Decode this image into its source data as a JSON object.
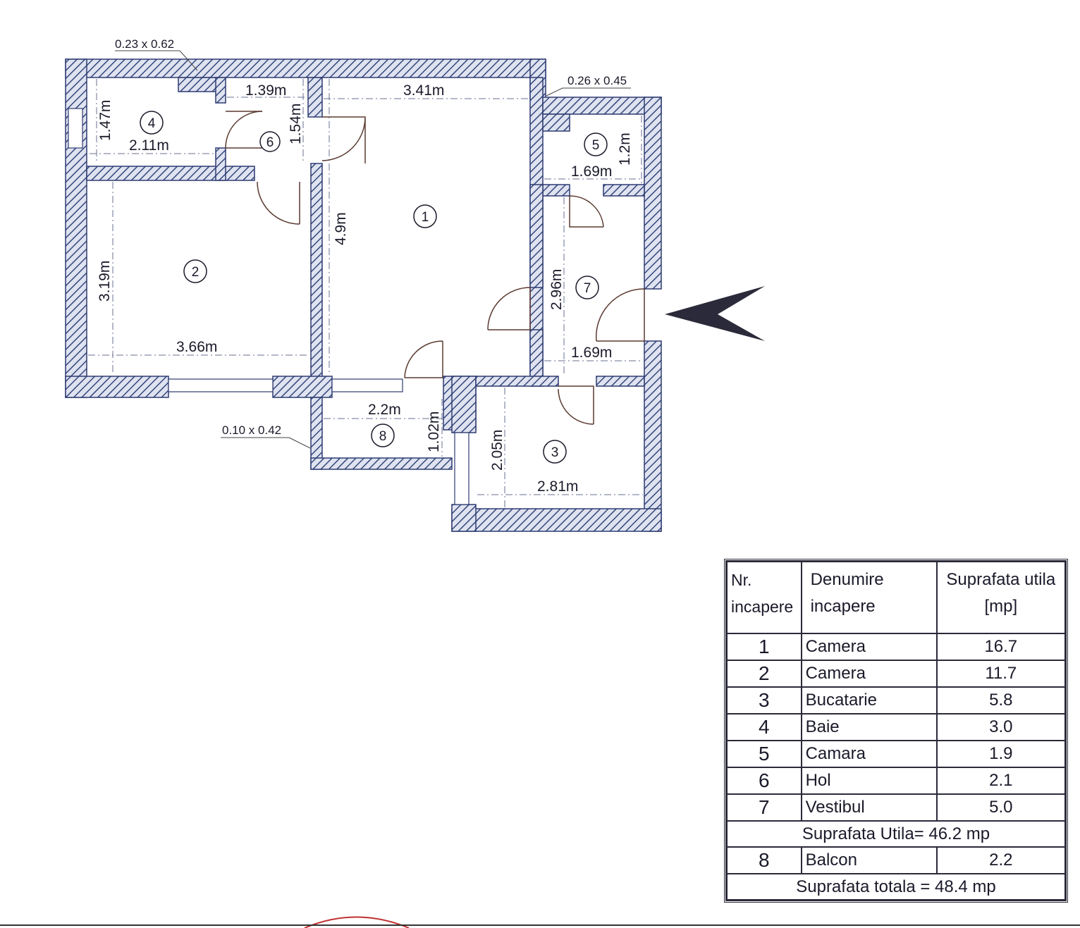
{
  "plan": {
    "wall_notes": [
      "0.23 x 0.62",
      "0.26 x 0.45",
      "0.10 x 0.42"
    ],
    "dimensions": {
      "d4w": "2.11m",
      "d4h": "1.47m",
      "d6w": "1.39m",
      "d6h": "1.54m",
      "d1w": "3.41m",
      "d1h": "4.9m",
      "d5w": "1.69m",
      "d5h": "1.2m",
      "d2w": "3.66m",
      "d2h": "3.19m",
      "d7w": "1.69m",
      "d7h": "2.96m",
      "d8w": "2.2m",
      "d8h": "1.02m",
      "d3w": "2.81m",
      "d3h": "2.05m"
    },
    "room_numbers": [
      "1",
      "2",
      "3",
      "4",
      "5",
      "6",
      "7",
      "8"
    ],
    "wall_color": "#3a4a8a",
    "door_color": "#6a3a2a"
  },
  "legend": {
    "headers": [
      "Nr.\nincapere",
      "Denumire\nincapere",
      "Suprafata utila\n[mp]"
    ],
    "rows": [
      {
        "nr": "1",
        "name": "Camera",
        "area": "16.7"
      },
      {
        "nr": "2",
        "name": "Camera",
        "area": "11.7"
      },
      {
        "nr": "3",
        "name": "Bucatarie",
        "area": "5.8"
      },
      {
        "nr": "4",
        "name": "Baie",
        "area": "3.0"
      },
      {
        "nr": "5",
        "name": "Camara",
        "area": "1.9"
      },
      {
        "nr": "6",
        "name": "Hol",
        "area": "2.1"
      },
      {
        "nr": "7",
        "name": "Vestibul",
        "area": "5.0"
      }
    ],
    "useful_total": "Suprafata Utila= 46.2 mp",
    "balcony": {
      "nr": "8",
      "name": "Balcon",
      "area": "2.2"
    },
    "grand_total": "Suprafata totala = 48.4 mp"
  }
}
